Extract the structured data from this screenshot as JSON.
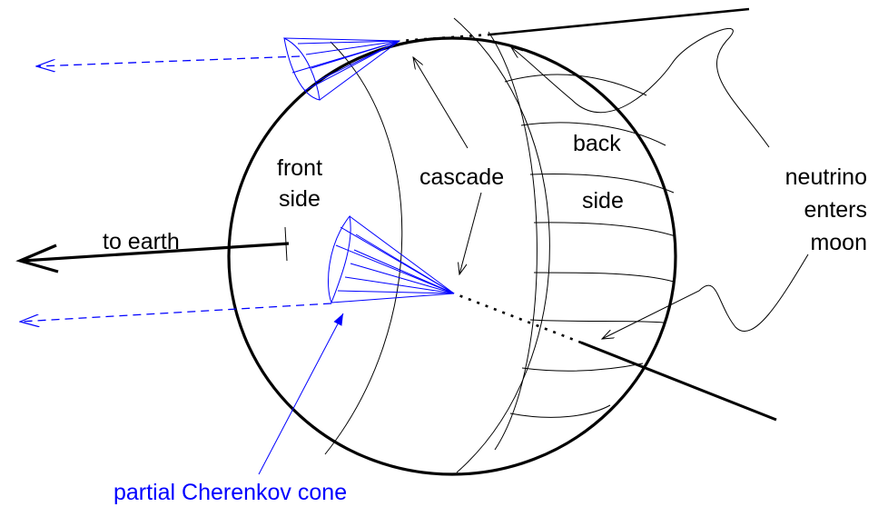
{
  "labels": {
    "front_line1": "front",
    "front_line2": "side",
    "cascade": "cascade",
    "back_line1": "back",
    "back_line2": "side",
    "neutrino_line1": "neutrino",
    "neutrino_line2": "enters",
    "neutrino_line3": "moon",
    "to_earth": "to earth",
    "cherenkov": "partial Cherenkov cone"
  },
  "colors": {
    "ink": "#000000",
    "cherenkov": "#0000ff"
  }
}
